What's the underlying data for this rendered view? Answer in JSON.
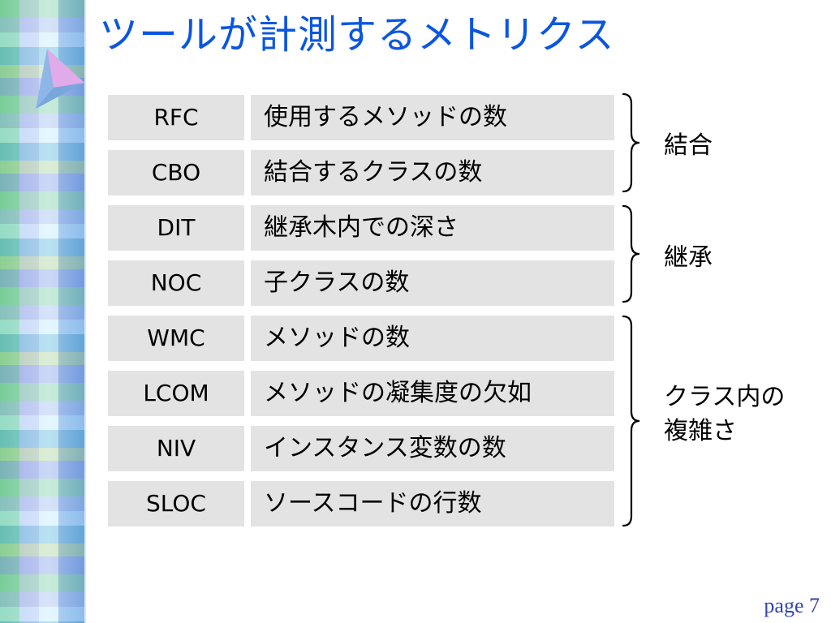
{
  "slide": {
    "title": "ツールが計測するメトリクス",
    "page_label": "page 7"
  },
  "metrics": [
    {
      "abbr": "RFC",
      "desc": "使用するメソッドの数"
    },
    {
      "abbr": "CBO",
      "desc": "結合するクラスの数"
    },
    {
      "abbr": "DIT",
      "desc": "継承木内での深さ"
    },
    {
      "abbr": "NOC",
      "desc": "子クラスの数"
    },
    {
      "abbr": "WMC",
      "desc": "メソッドの数"
    },
    {
      "abbr": "LCOM",
      "desc": "メソッドの凝集度の欠如"
    },
    {
      "abbr": "NIV",
      "desc": "インスタンス変数の数"
    },
    {
      "abbr": "SLOC",
      "desc": "ソースコードの行数"
    }
  ],
  "groups": [
    {
      "label_line1": "結合",
      "label_line2": ""
    },
    {
      "label_line1": "継承",
      "label_line2": ""
    },
    {
      "label_line1": "クラス内の",
      "label_line2": "複雑さ"
    }
  ],
  "colors": {
    "title": "#0a56e0",
    "cell_bg": "#e3e3e3",
    "page_number": "#3344aa"
  },
  "icons": [
    "arrow-icon"
  ]
}
